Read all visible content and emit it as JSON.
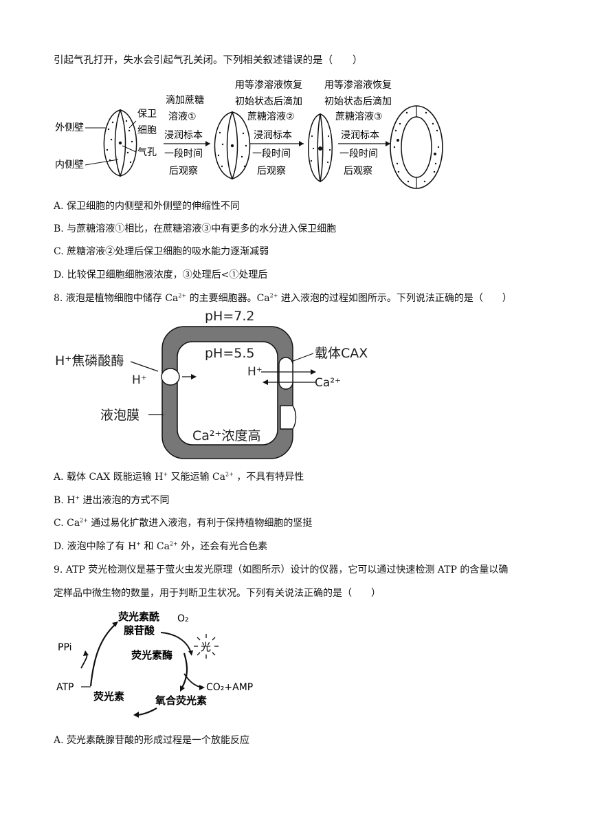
{
  "q7": {
    "stem_tail": "引起气孔打开，失水会引起气孔关闭。下列相关叙述错误的是（　　）",
    "figure": {
      "cell_labels": {
        "guard_cell_1": "保卫",
        "guard_cell_2": "细胞",
        "outer_wall": "外侧壁",
        "inner_wall": "内侧壁",
        "stoma": "气孔"
      },
      "step1": [
        "滴加蔗糖",
        "溶液①",
        "浸润标本",
        "一段时间",
        "后观察"
      ],
      "step2": [
        "用等渗溶液恢复",
        "初始状态后滴加",
        "蔗糖溶液②",
        "浸润标本",
        "一段时间",
        "后观察"
      ],
      "step3": [
        "用等渗溶液恢复",
        "初始状态后滴加",
        "蔗糖溶液③",
        "浸润标本",
        "一段时间",
        "后观察"
      ]
    },
    "options": [
      "A.  保卫细胞的内侧壁和外侧壁的伸缩性不同",
      "B.  与蔗糖溶液①相比，在蔗糖溶液③中有更多的水分进入保卫细胞",
      "C.  蔗糖溶液②处理后保卫细胞的吸水能力逐渐减弱",
      "D.  比较保卫细胞细胞液浓度，③处理后<①处理后"
    ]
  },
  "q8": {
    "stem_a": "8.  液泡是植物细胞中储存 Ca",
    "stem_sup1": "2+",
    "stem_b": "  的主要细胞器。Ca",
    "stem_sup2": "2+",
    "stem_c": "  进入液泡的过程如图所示。下列说法正确的是（　　）",
    "figure": {
      "ph_out": "pH=7.2",
      "ph_in": "pH=5.5",
      "pump": "H⁺焦磷酸酶",
      "h_left": "H⁺",
      "carrier": "载体CAX",
      "h_right": "H⁺",
      "ca_out": "Ca²⁺",
      "membrane": "液泡膜",
      "ca_high": "Ca²⁺浓度高"
    },
    "options": [
      {
        "a": "A.  载体 CAX 既能运输 H",
        "s1": "+",
        "b": "  又能运输 Ca",
        "s2": "2+",
        "c": "  ，不具有特异性"
      },
      {
        "a": "B. H",
        "s1": "+",
        "b": "  进出液泡的方式不同",
        "s2": "",
        "c": ""
      },
      {
        "a": "C. Ca",
        "s1": "2+",
        "b": "  通过易化扩散进入液泡，有利于保持植物细胞的坚挺",
        "s2": "",
        "c": ""
      },
      {
        "a": "D.  液泡中除了有 H",
        "s1": "+",
        "b": "  和 Ca",
        "s2": "2+",
        "c": "  外，还会有光合色素"
      }
    ]
  },
  "q9": {
    "stem_1": "9. ATP 荧光检测仪是基于萤火虫发光原理（如图所示）设计的仪器，它可以通过快速检测 ATP 的含量以确",
    "stem_2": "定样品中微生物的数量，用于判断卫生状况。下列有关说法正确的是（　　）",
    "figure": {
      "top_1": "荧光素酰",
      "top_2": "腺苷酸",
      "o2": "O₂",
      "light": "光",
      "enzyme": "荧光素酶",
      "ppi": "PPi",
      "atp": "ATP",
      "co2_amp": "CO₂+AMP",
      "luciferin": "荧光素",
      "oxy": "氧合荧光素"
    },
    "options": [
      "A.  荧光素酰腺苷酸的形成过程是一个放能反应"
    ]
  }
}
